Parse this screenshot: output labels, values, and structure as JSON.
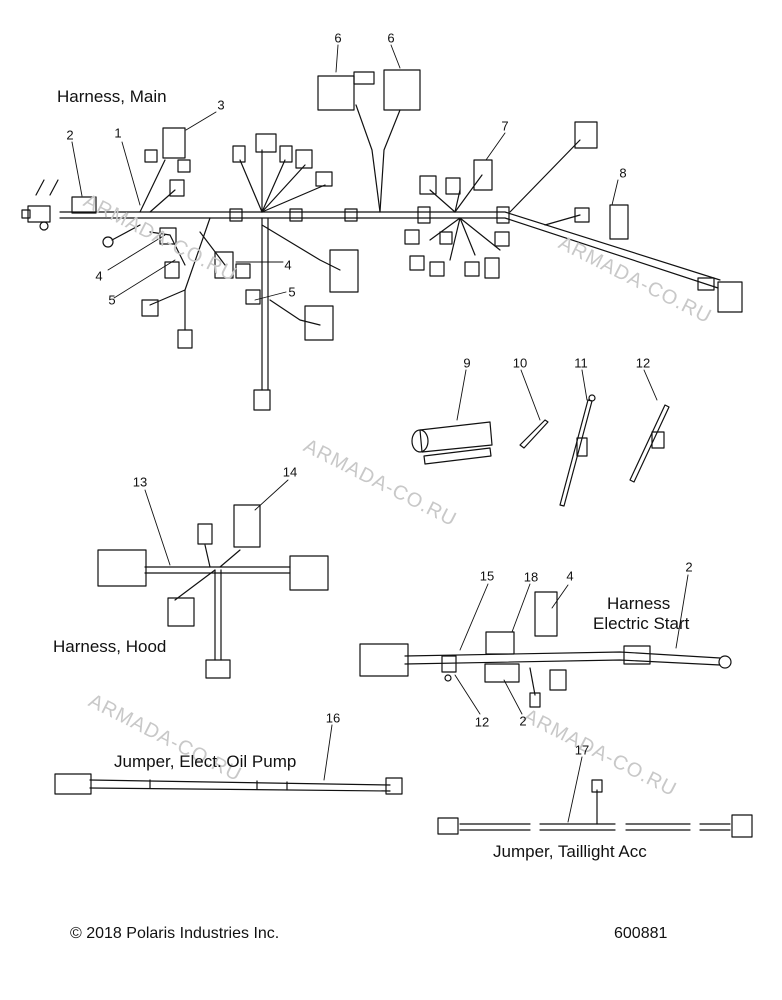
{
  "titles": {
    "harness_main": "Harness, Main",
    "harness_hood": "Harness, Hood",
    "harness_es_line1": "Harness",
    "harness_es_line2": "Electric Start",
    "jumper_oil": "Jumper, Elect. Oil Pump",
    "jumper_tail": "Jumper, Taillight Acc"
  },
  "callouts": [
    "6",
    "6",
    "3",
    "2",
    "1",
    "7",
    "8",
    "4",
    "4",
    "5",
    "5",
    "9",
    "10",
    "11",
    "12",
    "13",
    "14",
    "15",
    "18",
    "4",
    "2",
    "12",
    "2",
    "16",
    "17"
  ],
  "watermark": "ARMADA-CO.RU",
  "footer": {
    "copyright": "© 2018 Polaris Industries Inc.",
    "part_number": "600881"
  }
}
